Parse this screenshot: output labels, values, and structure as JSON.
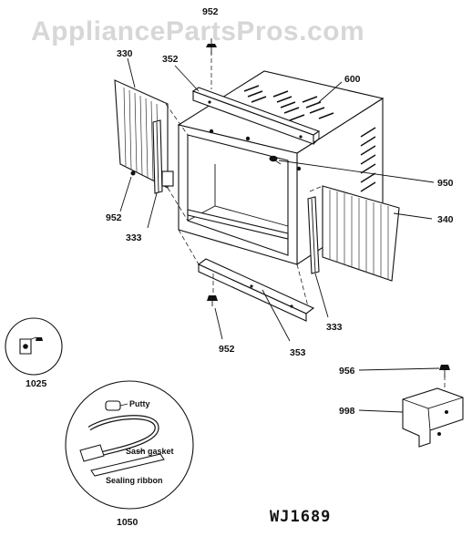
{
  "watermark": "AppliancePartsPros.com",
  "model_code": "WJ1689",
  "callouts": {
    "p330": "330",
    "p352": "352",
    "p952_top": "952",
    "p600": "600",
    "p950": "950",
    "p952_left": "952",
    "p333_left": "333",
    "p340": "340",
    "p333_right": "333",
    "p952_bottom": "952",
    "p353": "353",
    "p1025": "1025",
    "p956": "956",
    "p998": "998",
    "p1050": "1050"
  },
  "kit_labels": {
    "putty": "Putty",
    "sash_gasket": "Sash gasket",
    "sealing_ribbon": "Sealing ribbon"
  }
}
